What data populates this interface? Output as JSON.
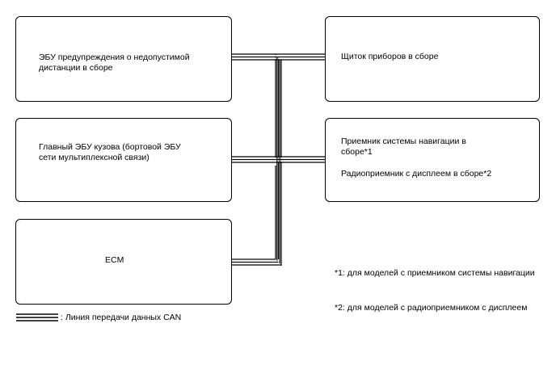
{
  "boxes": {
    "distance_ecu": "ЭБУ предупреждения о недопустимой\nдистанции в сборе",
    "main_body_ecu": "Главный ЭБУ кузова (бортовой ЭБУ\nсети мультиплексной связи)",
    "ecm": "ECM",
    "instrument_panel": "Щиток приборов в сборе",
    "navigation_receiver": "Приемник системы навигации в\nсборе*1",
    "radio_receiver": "Радиоприемник с дисплеем в сборе*2"
  },
  "notes": {
    "note1": "*1: для моделей с приемником системы навигации",
    "note2": "*2: для моделей с радиоприемником с дисплеем"
  },
  "legend": {
    "label": ": Линия передачи данных CAN"
  }
}
